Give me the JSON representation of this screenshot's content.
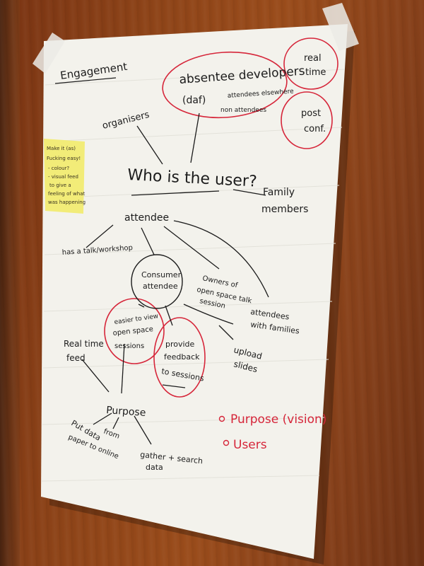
{
  "flipchart": {
    "title": "Engagement",
    "center": "Who is the user?",
    "nodes": {
      "absentee": "absentee developers",
      "daf": "(daf)",
      "attendees_elsewhere": "attendees elsewhere",
      "non_attendees": "non attendees",
      "real_time": "real",
      "real_time_2": "time",
      "post_conf": "post",
      "post_conf_2": "conf.",
      "organisers": "organisers",
      "family": "Family",
      "family_2": "members",
      "attendee": "attendee",
      "talk": "has a talk/workshop",
      "consumer": "Consumer",
      "consumer_2": "attendee",
      "owners": "Owners of",
      "owners_2": "open space talk",
      "owners_3": "session",
      "with_families": "attendees",
      "with_families_2": "with families",
      "easier": "easier to view",
      "easier_2": "open space",
      "easier_3": "sessions",
      "feedback": "provide",
      "feedback_2": "feedback",
      "feedback_3": "to sessions",
      "upload": "upload",
      "upload_2": "slides",
      "realtime_feed": "Real time",
      "realtime_feed_2": "feed",
      "purpose": "Purpose",
      "put_data": "Put data",
      "put_data_2": "from",
      "put_data_3": "paper to online",
      "gather": "gather + search",
      "gather_2": "data"
    },
    "red_notes": {
      "purpose_vision": "Purpose (vision)",
      "users": "Users"
    }
  },
  "sticky_note": {
    "lines": [
      "Make it (as)",
      "Fucking easy!",
      "- colour?",
      "- visual feed",
      "to give a",
      "feeling of what",
      "was happening"
    ]
  },
  "colors": {
    "ink": "#1c1c1c",
    "red_marker": "#d6263a",
    "paper": "#f3f2ec",
    "sticky": "#f2ec78",
    "wood": "#8e4418"
  }
}
